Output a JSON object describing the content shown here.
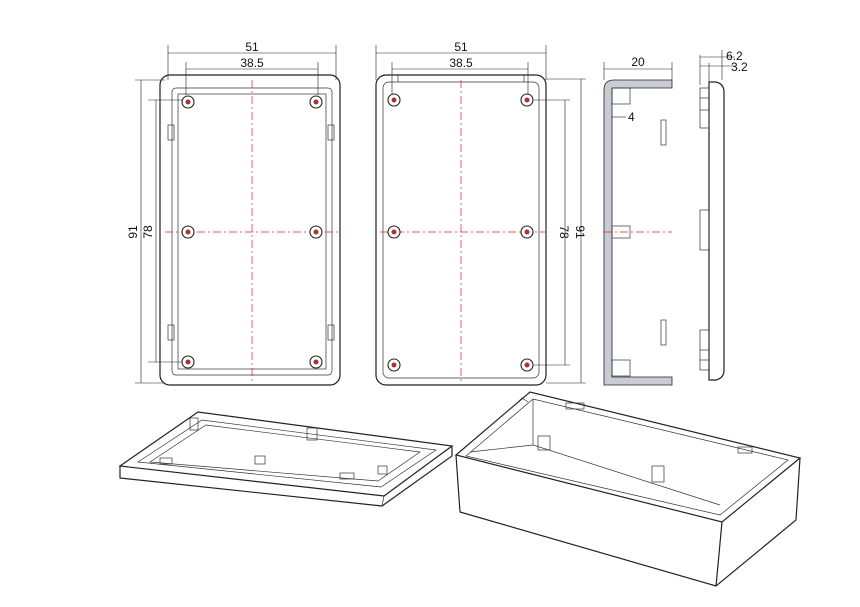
{
  "front_view": {
    "width_outer": "51",
    "width_holes": "38.5",
    "height_outer": "91",
    "height_holes": "78"
  },
  "back_view": {
    "width_outer": "51",
    "width_holes": "38.5",
    "height_outer": "91",
    "height_holes": "78"
  },
  "section_view": {
    "depth": "20",
    "wall": "4"
  },
  "lid_side_view": {
    "lid_height": "6.2",
    "lip_height": "3.2"
  },
  "colors": {
    "centerline": "#dd2222",
    "section_fill": "#c9ccd4"
  }
}
